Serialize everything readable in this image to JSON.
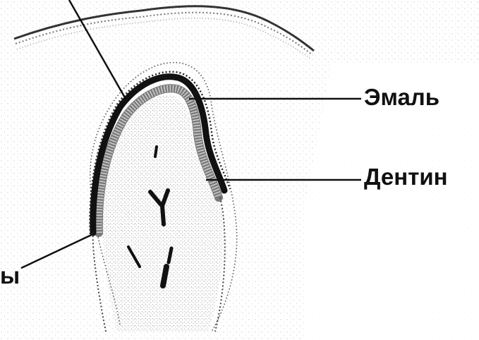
{
  "labels": {
    "enamel": "Эмаль",
    "dentin": "Дентин",
    "partial_left": "ы"
  },
  "colors": {
    "ink": "#111111",
    "stipple": "#9a9a9a",
    "background": "#ffffff"
  }
}
